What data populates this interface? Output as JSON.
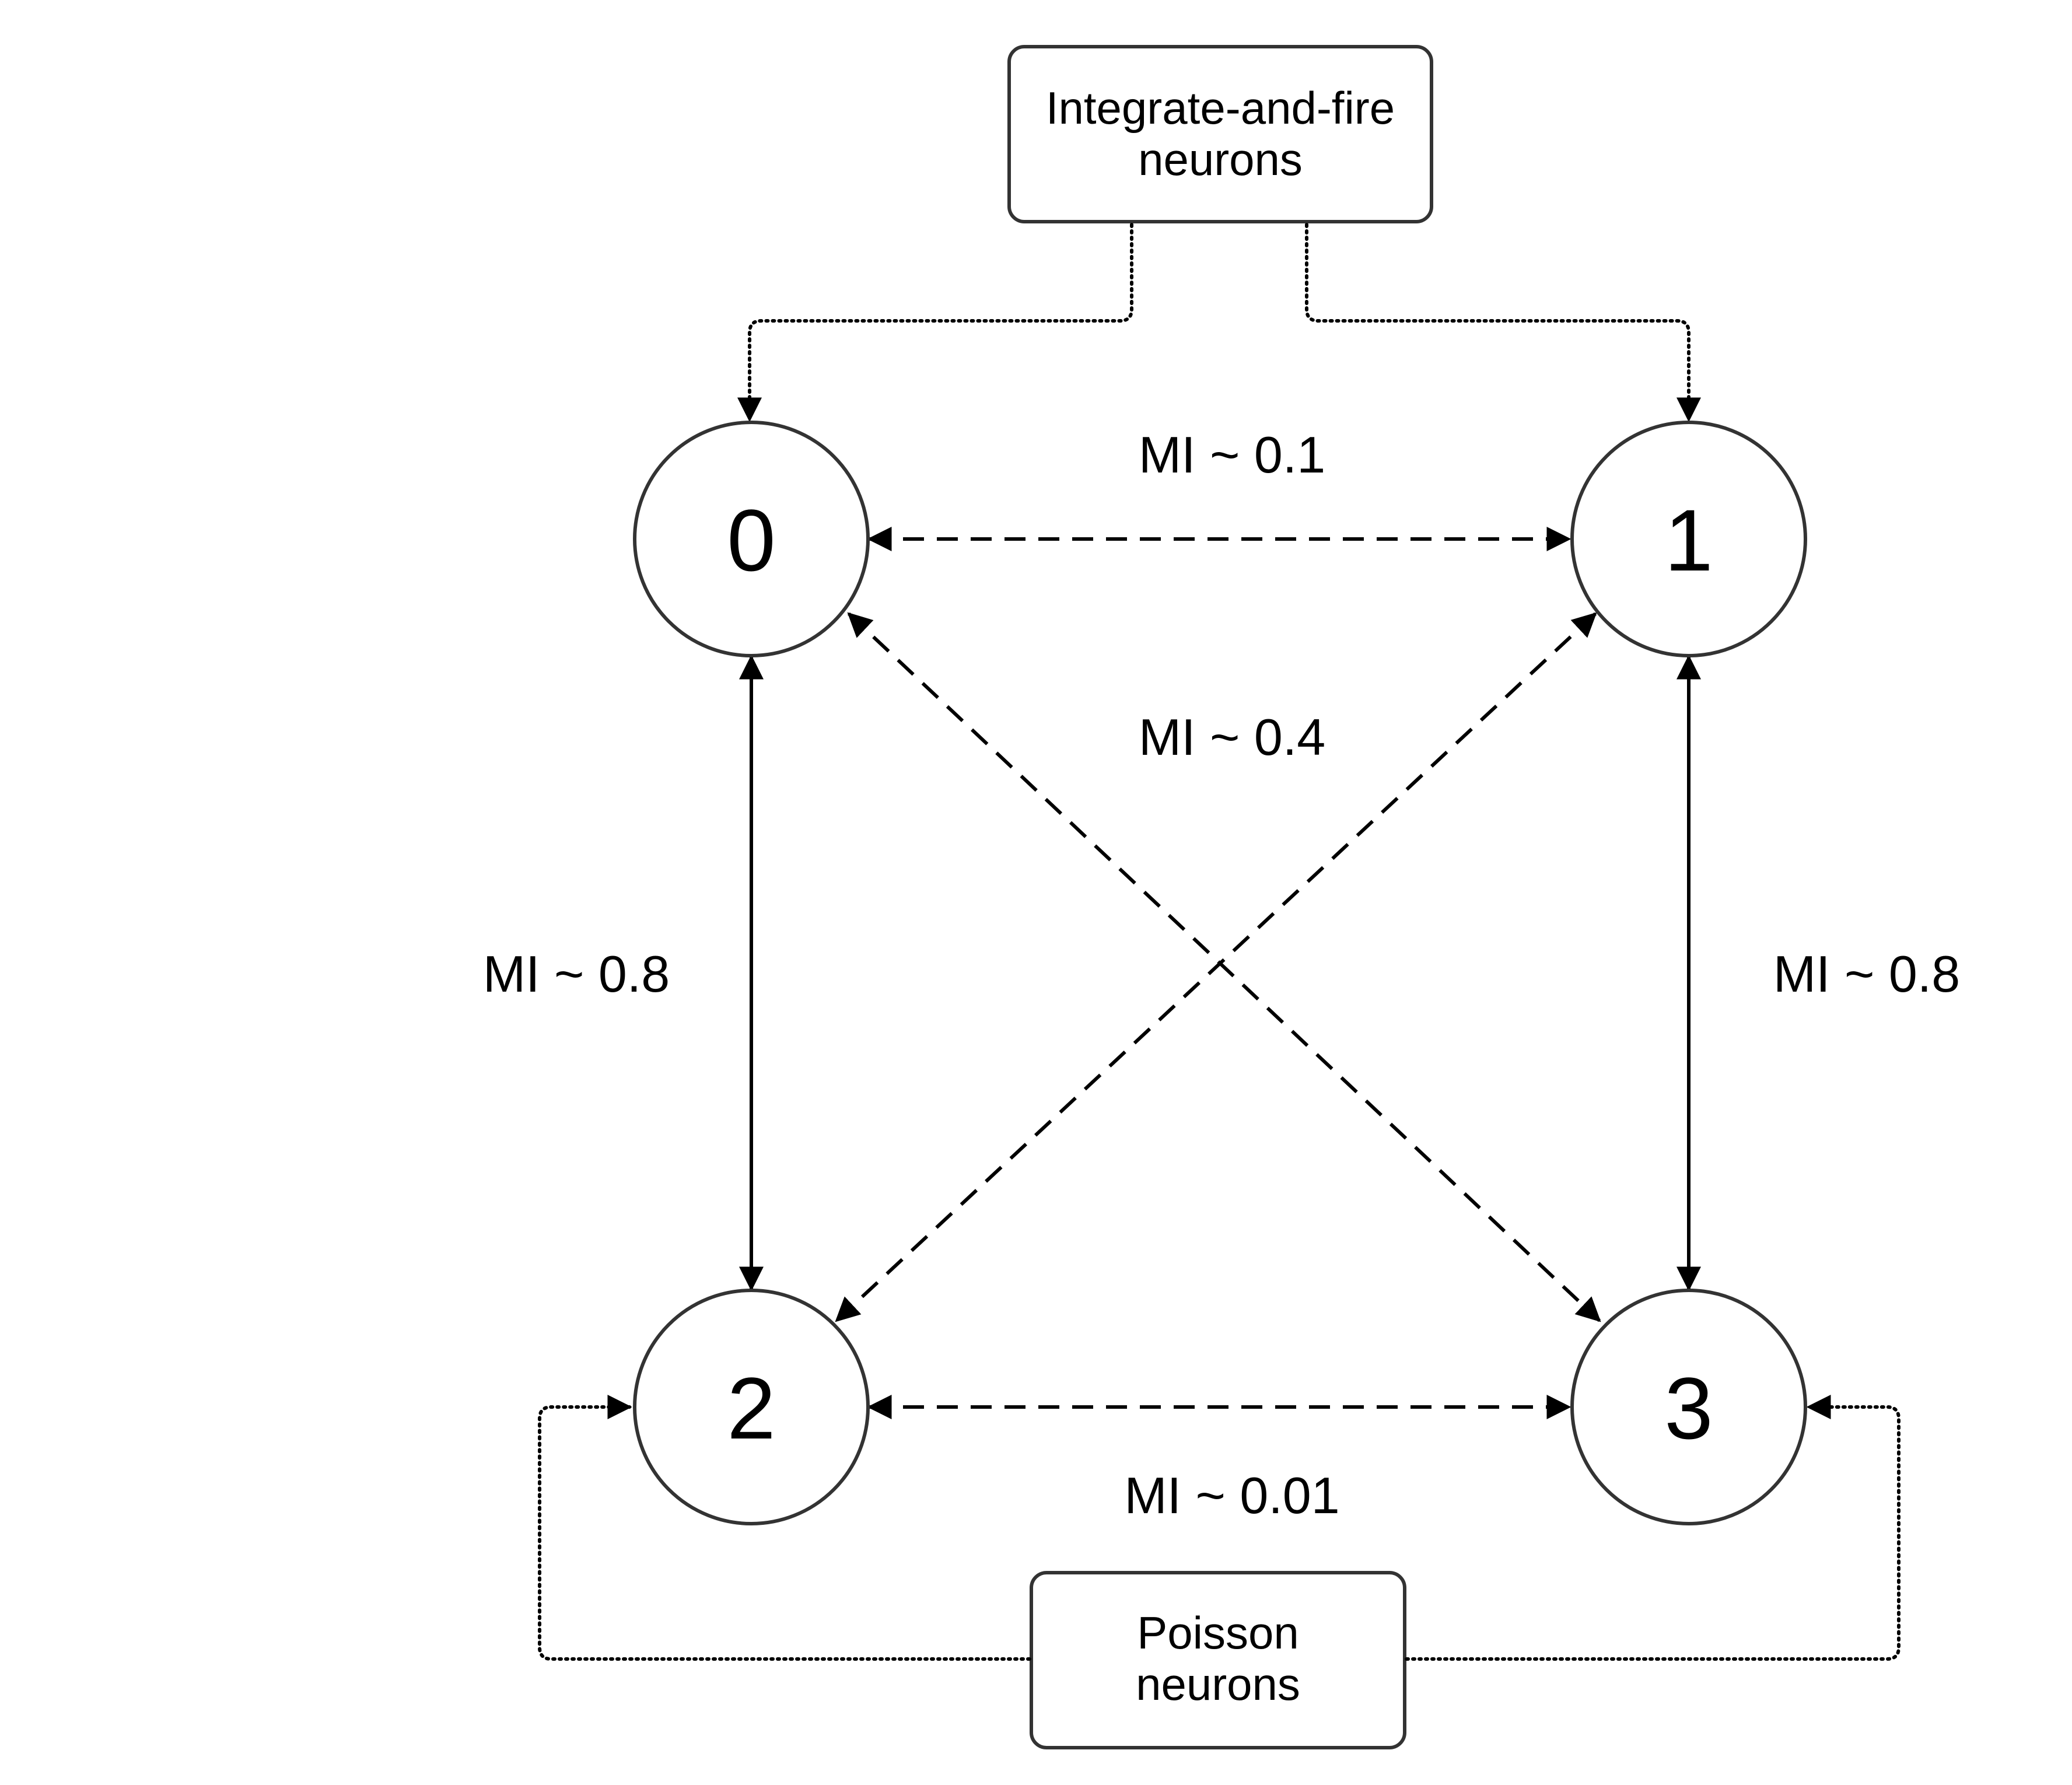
{
  "sources": {
    "integrate_and_fire": {
      "line1": "Integrate-and-fire",
      "line2": "neurons"
    },
    "poisson": {
      "line1": "Poisson",
      "line2": "neurons"
    }
  },
  "nodes": [
    "0",
    "1",
    "2",
    "3"
  ],
  "edges": {
    "e01": "MI ~ 0.1",
    "cross": "MI ~ 0.4",
    "e02": "MI ~ 0.8",
    "e13": "MI ~ 0.8",
    "e23": "MI ~ 0.01"
  },
  "colors": {
    "stroke": "#333333",
    "line": "#000000",
    "background": "#ffffff"
  }
}
